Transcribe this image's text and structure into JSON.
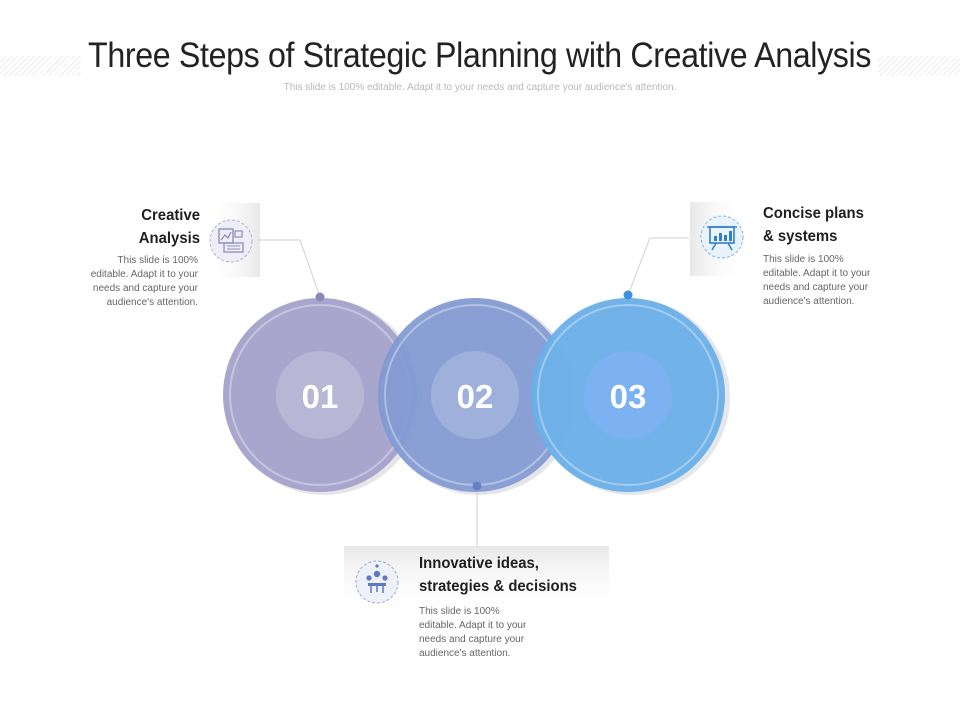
{
  "header": {
    "title": "Three Steps of Strategic Planning with Creative Analysis",
    "subtitle": "This slide is 100% editable. Adapt it to your needs and capture your audience's attention."
  },
  "steps": [
    {
      "number": "01",
      "title_line1": "Creative",
      "title_line2": "Analysis",
      "desc": [
        "This slide is 100%",
        "editable. Adapt it to your",
        "needs and capture your",
        "audience's attention."
      ],
      "icon": "analysis-dashboard-icon",
      "color": "#a8a6cc"
    },
    {
      "number": "02",
      "title_line1": "Innovative ideas,",
      "title_line2": "strategies & decisions",
      "desc": [
        "This slide is 100%",
        "editable. Adapt it to your",
        "needs and capture your",
        "audience's attention."
      ],
      "icon": "team-meeting-icon",
      "color": "#7f98d2"
    },
    {
      "number": "03",
      "title_line1": "Concise plans",
      "title_line2": "& systems",
      "desc": [
        "This slide is 100%",
        "editable. Adapt it to your",
        "needs and capture your",
        "audience's attention."
      ],
      "icon": "presentation-board-icon",
      "color": "#6aafe8"
    }
  ]
}
